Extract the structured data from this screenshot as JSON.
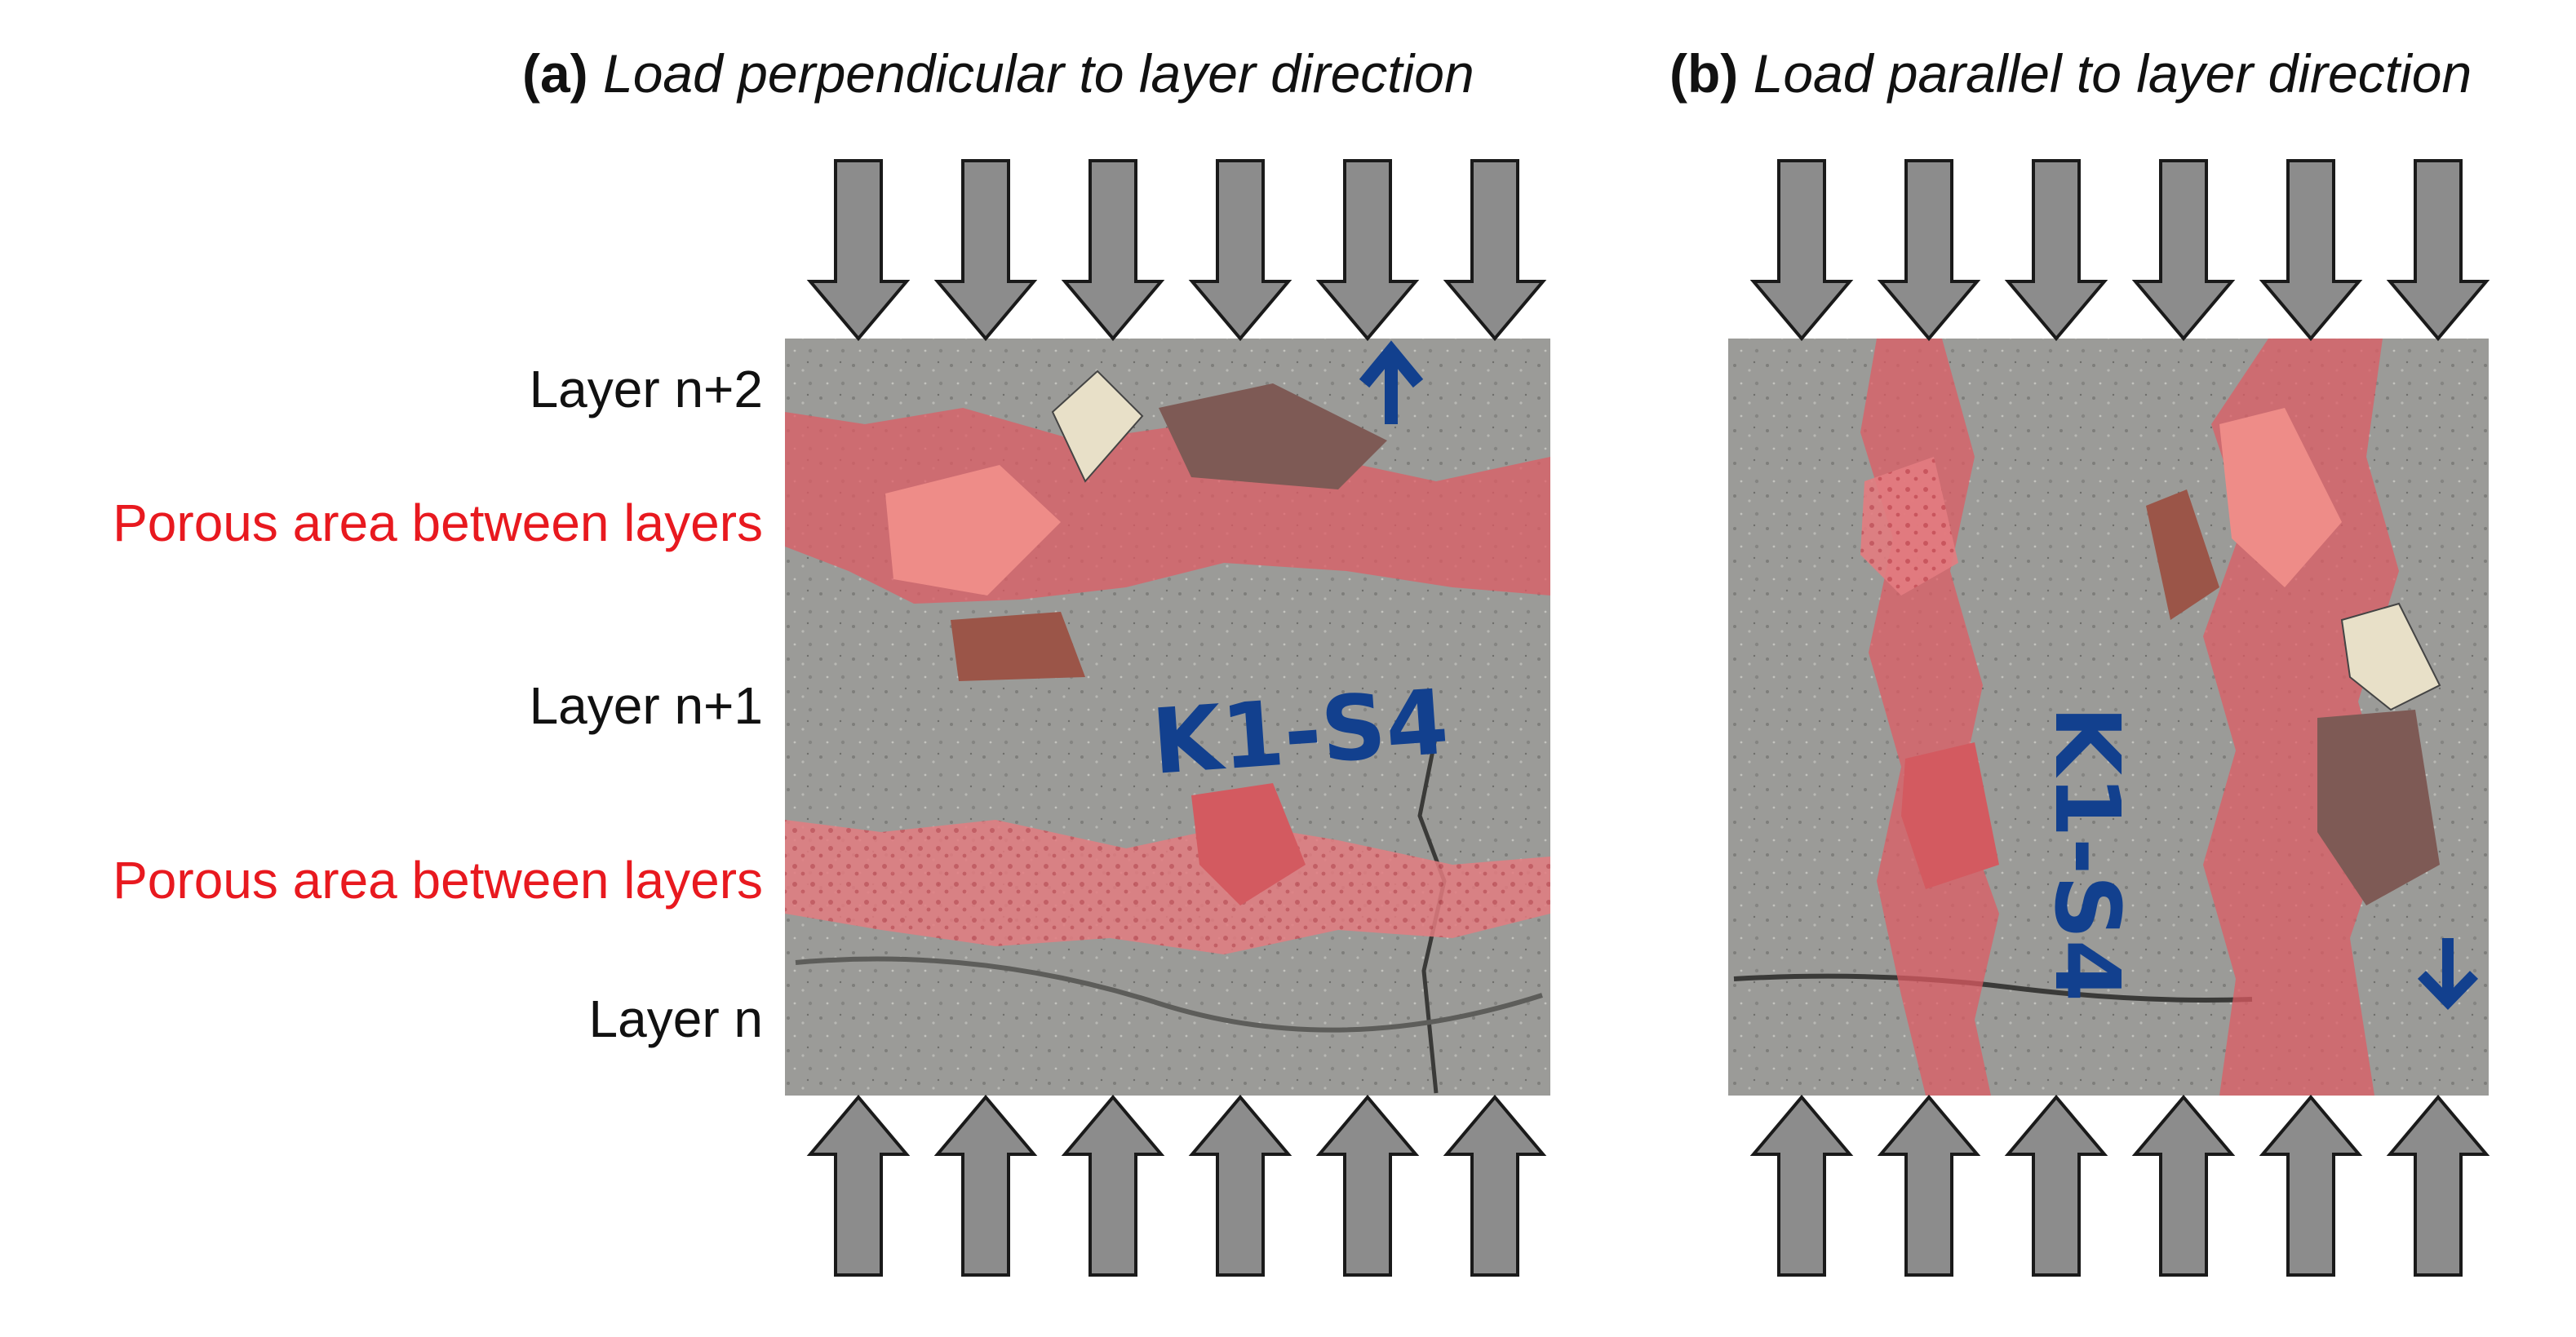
{
  "panel_a": {
    "tag": "(a)",
    "title": "Load perpendicular to layer direction",
    "labels": {
      "layer_n2": "Layer n+2",
      "porous_top": "Porous area between layers",
      "layer_n1": "Layer n+1",
      "porous_bottom": "Porous area between layers",
      "layer_n": "Layer n"
    },
    "specimen_marking": "K1-S4"
  },
  "panel_b": {
    "tag": "(b)",
    "title": "Load parallel to layer direction",
    "specimen_marking": "K1-S4"
  },
  "colors": {
    "arrow_fill": "#8c8c8c",
    "arrow_stroke": "#1a1a1a",
    "concrete": "#9a9a98",
    "porous_overlay": "#e05a62",
    "label_red": "#e8191f",
    "marker_blue": "#12408e"
  },
  "icons": [
    "down-arrow-icon",
    "up-arrow-icon"
  ]
}
